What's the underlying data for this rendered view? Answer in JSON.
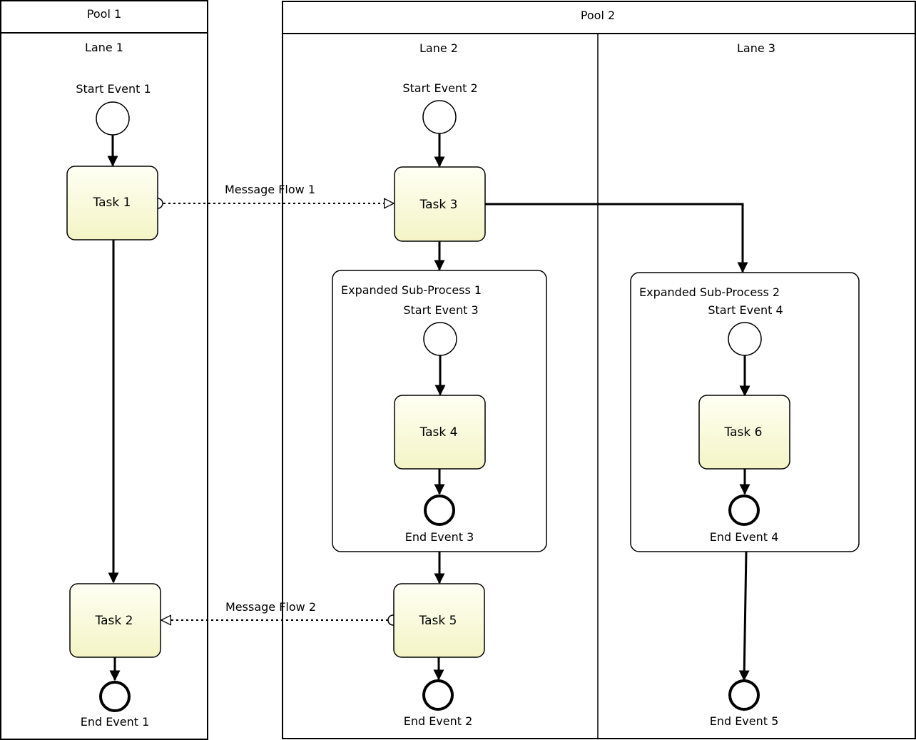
{
  "pools": {
    "pool1": {
      "title": "Pool 1",
      "lanes": {
        "lane1": "Lane 1"
      }
    },
    "pool2": {
      "title": "Pool 2",
      "lanes": {
        "lane2": "Lane 2",
        "lane3": "Lane 3"
      }
    }
  },
  "subprocesses": {
    "sp1": "Expanded Sub-Process 1",
    "sp2": "Expanded Sub-Process 2"
  },
  "tasks": {
    "t1": "Task 1",
    "t2": "Task 2",
    "t3": "Task 3",
    "t4": "Task 4",
    "t5": "Task 5",
    "t6": "Task 6"
  },
  "events": {
    "start1": "Start Event 1",
    "start2": "Start Event 2",
    "start3": "Start Event 3",
    "start4": "Start Event 4",
    "end1": "End Event 1",
    "end2": "End Event 2",
    "end3": "End Event 3",
    "end4": "End Event 4",
    "end5": "End Event 5"
  },
  "message_flows": {
    "mf1": "Message Flow 1",
    "mf2": "Message Flow 2"
  },
  "colors": {
    "task_fill_light": "#fffff2",
    "task_fill_dark": "#f5f5c8",
    "stroke": "#000000"
  }
}
